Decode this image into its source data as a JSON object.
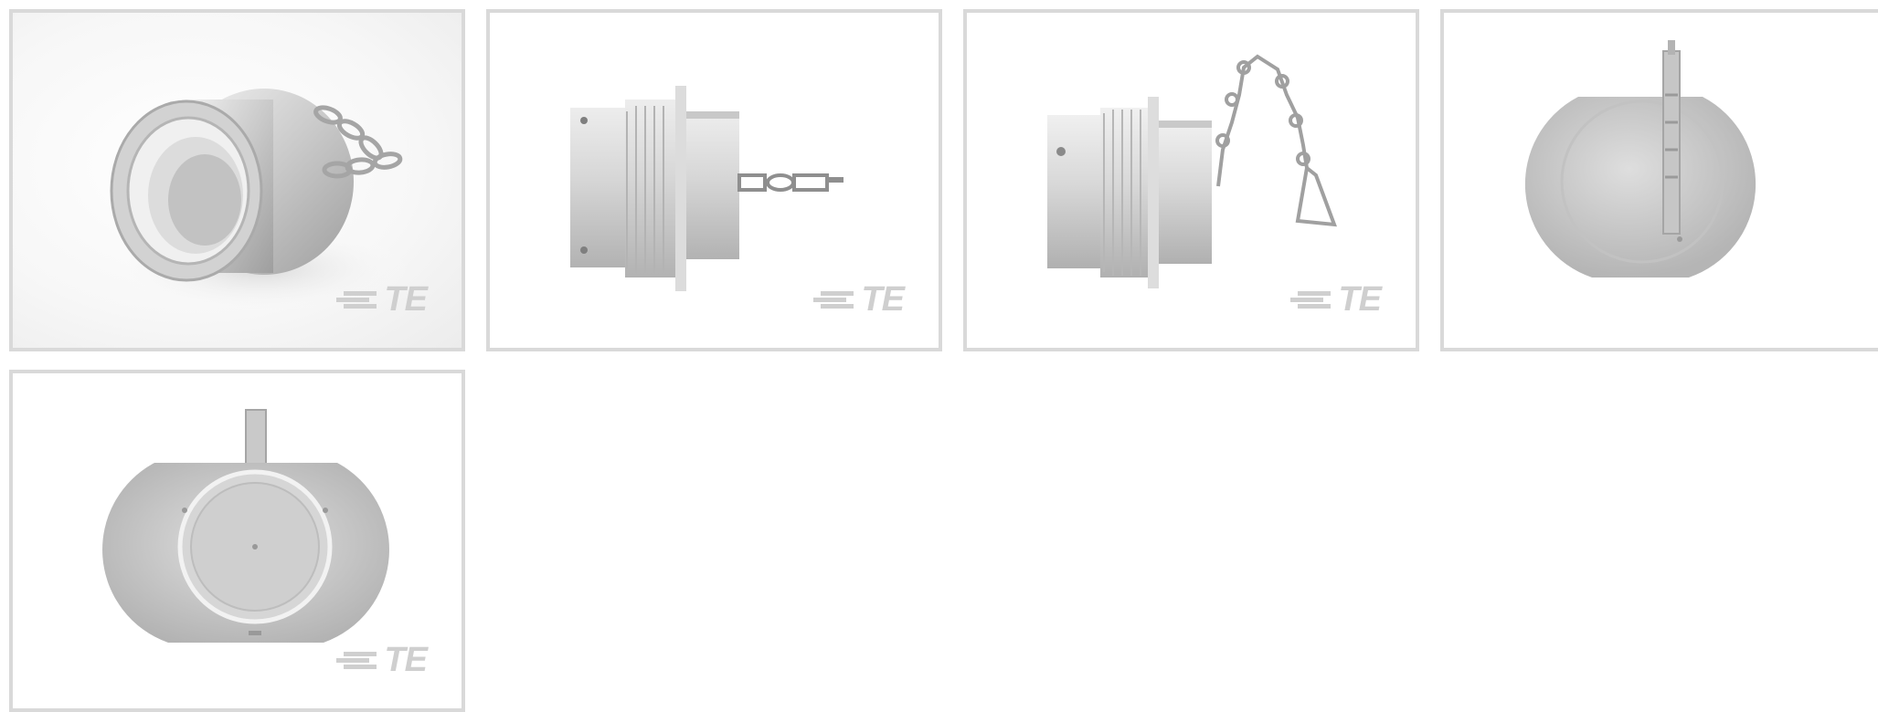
{
  "gallery": {
    "brand_text": "TE",
    "colors": {
      "border": "#d9d9d9",
      "metal_light": "#e6e6e6",
      "metal_mid": "#c4c4c4",
      "metal_dark": "#9a9a9a",
      "logo": "#cfcfcf"
    },
    "thumbnails": [
      {
        "view": "perspective",
        "logo_icon": "te-logo-icon"
      },
      {
        "view": "side",
        "logo_icon": "te-logo-icon"
      },
      {
        "view": "side-chain-hanging",
        "logo_icon": "te-logo-icon"
      },
      {
        "view": "back",
        "logo_icon": "te-logo-icon"
      },
      {
        "view": "front",
        "logo_icon": "te-logo-icon"
      }
    ]
  }
}
